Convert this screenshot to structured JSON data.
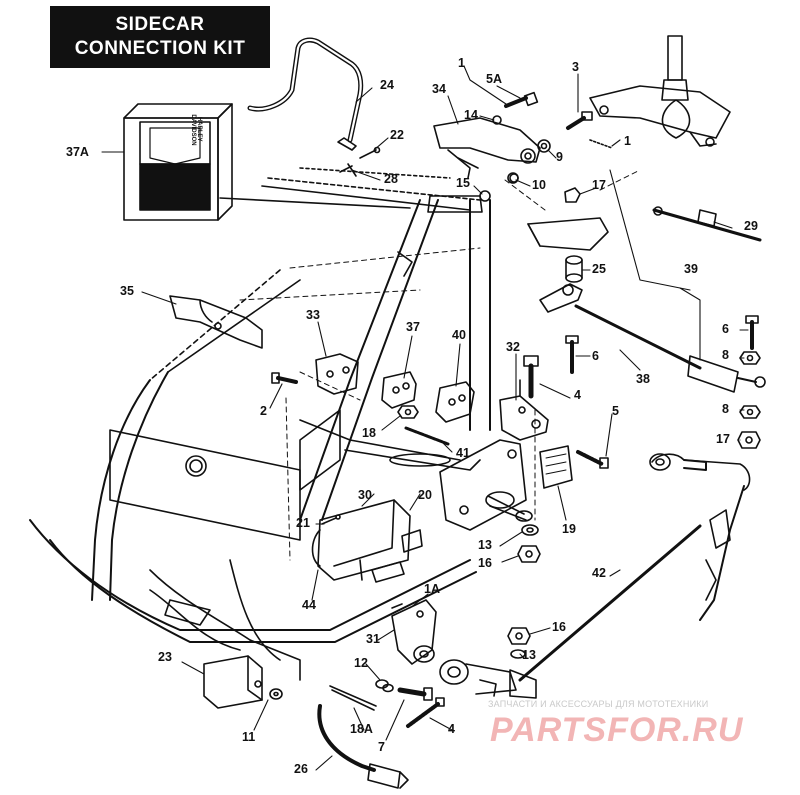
{
  "title": {
    "line1": "SIDECAR",
    "line2": "CONNECTION KIT"
  },
  "package_logo_text": "HARLEY-DAVIDSON",
  "callouts": [
    {
      "id": "c-37a",
      "label": "37A"
    },
    {
      "id": "c-24",
      "label": "24"
    },
    {
      "id": "c-22",
      "label": "22"
    },
    {
      "id": "c-28",
      "label": "28"
    },
    {
      "id": "c-1-top",
      "label": "1"
    },
    {
      "id": "c-5a",
      "label": "5A"
    },
    {
      "id": "c-34",
      "label": "34"
    },
    {
      "id": "c-14",
      "label": "14"
    },
    {
      "id": "c-3",
      "label": "3"
    },
    {
      "id": "c-9",
      "label": "9"
    },
    {
      "id": "c-1-right",
      "label": "1"
    },
    {
      "id": "c-15",
      "label": "15"
    },
    {
      "id": "c-10",
      "label": "10"
    },
    {
      "id": "c-17-top",
      "label": "17"
    },
    {
      "id": "c-29",
      "label": "29"
    },
    {
      "id": "c-25",
      "label": "25"
    },
    {
      "id": "c-39",
      "label": "39"
    },
    {
      "id": "c-35",
      "label": "35"
    },
    {
      "id": "c-33",
      "label": "33"
    },
    {
      "id": "c-37",
      "label": "37"
    },
    {
      "id": "c-40",
      "label": "40"
    },
    {
      "id": "c-32",
      "label": "32"
    },
    {
      "id": "c-6-a",
      "label": "6"
    },
    {
      "id": "c-6-b",
      "label": "6"
    },
    {
      "id": "c-8-a",
      "label": "8"
    },
    {
      "id": "c-38",
      "label": "38"
    },
    {
      "id": "c-2",
      "label": "2"
    },
    {
      "id": "c-4-mid",
      "label": "4"
    },
    {
      "id": "c-8-b",
      "label": "8"
    },
    {
      "id": "c-5",
      "label": "5"
    },
    {
      "id": "c-17-right",
      "label": "17"
    },
    {
      "id": "c-18",
      "label": "18"
    },
    {
      "id": "c-41",
      "label": "41"
    },
    {
      "id": "c-30",
      "label": "30"
    },
    {
      "id": "c-20",
      "label": "20"
    },
    {
      "id": "c-19",
      "label": "19"
    },
    {
      "id": "c-21",
      "label": "21"
    },
    {
      "id": "c-13-a",
      "label": "13"
    },
    {
      "id": "c-16-a",
      "label": "16"
    },
    {
      "id": "c-44",
      "label": "44"
    },
    {
      "id": "c-42",
      "label": "42"
    },
    {
      "id": "c-1a",
      "label": "1A"
    },
    {
      "id": "c-31",
      "label": "31"
    },
    {
      "id": "c-16-b",
      "label": "16"
    },
    {
      "id": "c-13-b",
      "label": "13"
    },
    {
      "id": "c-23",
      "label": "23"
    },
    {
      "id": "c-12",
      "label": "12"
    },
    {
      "id": "c-11",
      "label": "11"
    },
    {
      "id": "c-18a",
      "label": "18A"
    },
    {
      "id": "c-7",
      "label": "7"
    },
    {
      "id": "c-4-bottom",
      "label": "4"
    },
    {
      "id": "c-26",
      "label": "26"
    }
  ],
  "watermark": {
    "subtitle": "ЗАПЧАСТИ И АКСЕССУАРЫ ДЛЯ МОТОТЕХНИКИ",
    "brand": "PARTSFOR.RU"
  }
}
